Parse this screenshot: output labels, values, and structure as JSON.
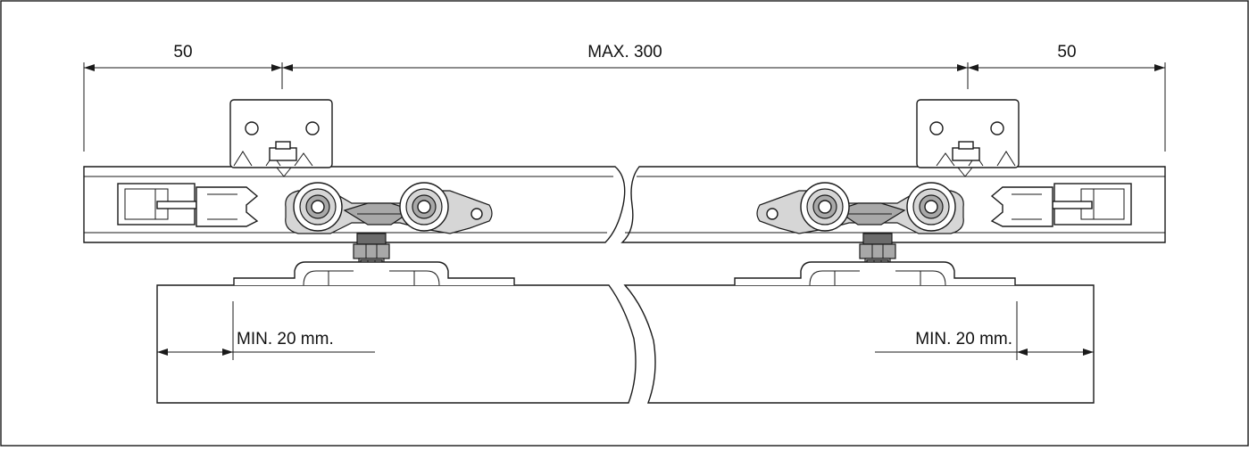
{
  "dimensions": {
    "left_offset": "50",
    "max_spacing": "MAX. 300",
    "right_offset": "50",
    "min_left": "MIN. 20 mm.",
    "min_right": "MIN. 20 mm."
  },
  "colors": {
    "line": "#1a1a1a",
    "background": "#ffffff",
    "fill_dark": "#6b6b6b",
    "fill_mid": "#a8a8a8",
    "fill_light": "#d6d6d6"
  }
}
